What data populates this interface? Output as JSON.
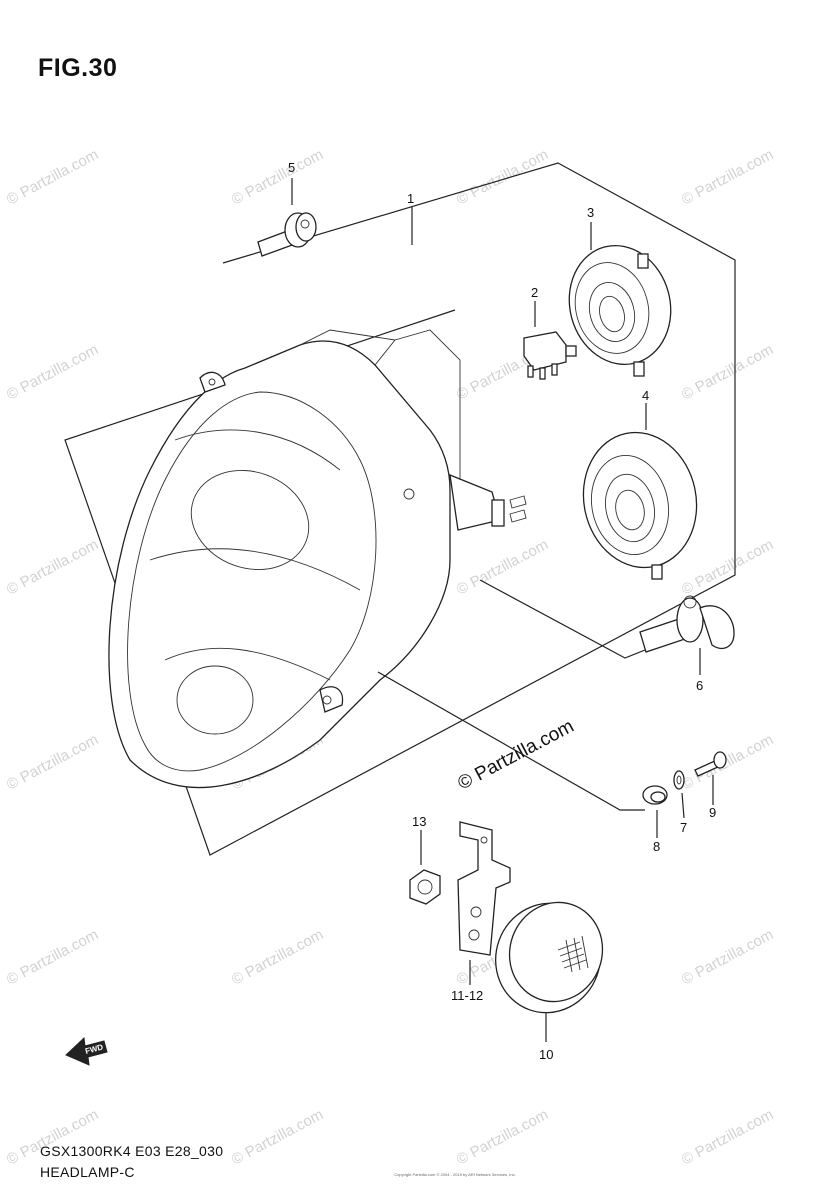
{
  "figure": {
    "title": "FIG.30",
    "model_code": "GSX1300RK4 E03 E28_030",
    "section": "HEADLAMP-C",
    "copyright_small": "Copyright\nPartzilla.com © 2004 - 2019 by ARI Network Services, Inc."
  },
  "watermark": {
    "text": "© Partzilla.com",
    "center_text": "© Partzilla.com"
  },
  "callouts": {
    "c1": "1",
    "c2": "2",
    "c3": "3",
    "c4": "4",
    "c5": "5",
    "c6": "6",
    "c7": "7",
    "c8": "8",
    "c9": "9",
    "c10": "10",
    "c11_12": "11-12",
    "c13": "13"
  },
  "fwd_arrow_label": "FWD"
}
